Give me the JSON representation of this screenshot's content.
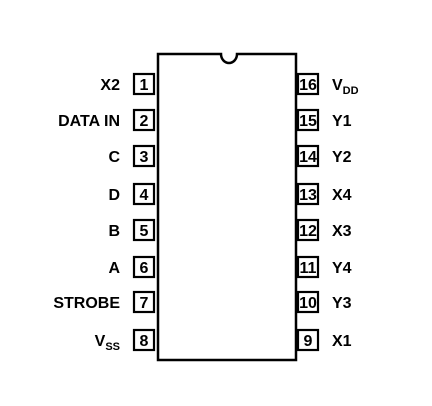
{
  "chip": {
    "left_pins": [
      {
        "num": "1",
        "name": "X2"
      },
      {
        "num": "2",
        "name": "DATA IN"
      },
      {
        "num": "3",
        "name": "C"
      },
      {
        "num": "4",
        "name": "D"
      },
      {
        "num": "5",
        "name": "B"
      },
      {
        "num": "6",
        "name": "A"
      },
      {
        "num": "7",
        "name": "STROBE"
      },
      {
        "num": "8",
        "name": "V",
        "sub": "SS"
      }
    ],
    "right_pins": [
      {
        "num": "16",
        "name": "V",
        "sub": "DD"
      },
      {
        "num": "15",
        "name": "Y1"
      },
      {
        "num": "14",
        "name": "Y2"
      },
      {
        "num": "13",
        "name": "X4"
      },
      {
        "num": "12",
        "name": "X3"
      },
      {
        "num": "11",
        "name": "Y4"
      },
      {
        "num": "10",
        "name": "Y3"
      },
      {
        "num": "9",
        "name": "X1"
      }
    ]
  }
}
